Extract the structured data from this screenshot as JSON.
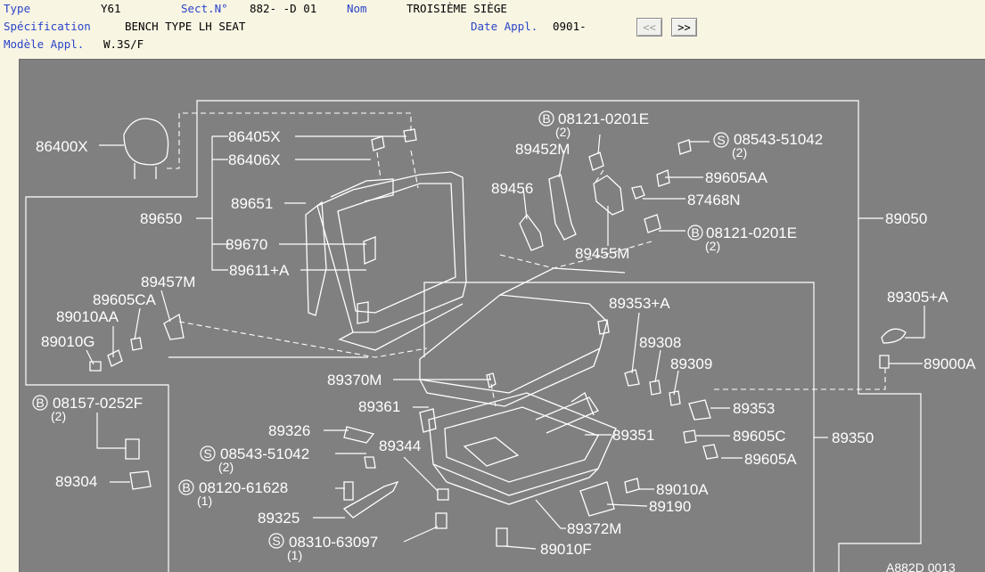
{
  "header": {
    "type_label": "Type",
    "type_value": "Y61",
    "sect_label": "Sect.N°",
    "sect_value": "882-  -D 01",
    "nom_label": "Nom",
    "nom_value": "TROISIÈME SIÈGE",
    "spec_label": "Spécification",
    "spec_value": "BENCH TYPE LH SEAT",
    "date_label": "Date Appl.",
    "date_value": "0901-",
    "model_label": "Modèle Appl.",
    "model_value": "W.3S/F",
    "prev_label": "<<",
    "next_label": ">>"
  },
  "diagram": {
    "labels": {
      "p86400X": "86400X",
      "p86405X": "86405X",
      "p86406X": "86406X",
      "p89651": "89651",
      "p89650": "89650",
      "p89670": "89670",
      "p89611A": "89611+A",
      "p89457M": "89457M",
      "p89605CA": "89605CA",
      "p89010AA": "89010AA",
      "p89010G": "89010G",
      "b08157": "08157-0252F",
      "b08157q": "(2)",
      "p89304": "89304",
      "p89370M": "89370M",
      "p89361": "89361",
      "p89326": "89326",
      "p89344": "89344",
      "s08543b": "08543-51042",
      "s08543bq": "(2)",
      "b08120": "08120-61628",
      "b08120q": "(1)",
      "p89325": "89325",
      "s08310": "08310-63097",
      "s08310q": "(1)",
      "p89010F": "89010F",
      "p89372M": "89372M",
      "p89190": "89190",
      "p89010A": "89010A",
      "p89351": "89351",
      "p89605A": "89605A",
      "p89605C": "89605C",
      "p89350": "89350",
      "p89353": "89353",
      "p89309": "89309",
      "p89308": "89308",
      "p89353A": "89353+A",
      "p89305A": "89305+A",
      "p89000A": "89000A",
      "p89050": "89050",
      "b08121b": "08121-0201E",
      "b08121bq": "(2)",
      "p89455M": "89455M",
      "p87468N": "87468N",
      "p89605AA": "89605AA",
      "s08543a": "08543-51042",
      "s08543aq": "(2)",
      "b08121a": "08121-0201E",
      "b08121aq": "(2)",
      "p89452M": "89452M",
      "p89456": "89456",
      "corner_code": "A882D 0013"
    },
    "symbols": {
      "B": "B",
      "S": "S"
    }
  }
}
